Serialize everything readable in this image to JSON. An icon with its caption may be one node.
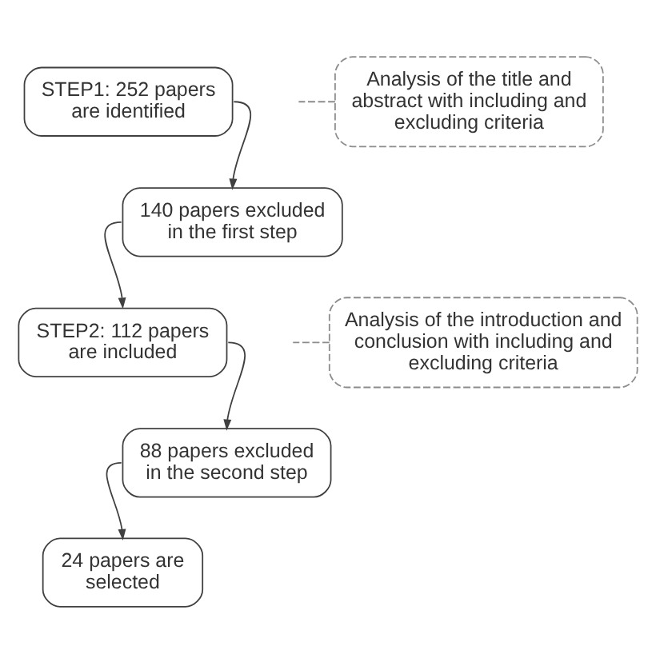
{
  "diagram": {
    "nodes": [
      {
        "text": [
          "STEP1: 252 papers are identified"
        ]
      },
      {
        "text": [
          "Analysis of the title and abstract with including and excluding criteria"
        ]
      },
      {
        "text": [
          "140 papers excluded in the first step"
        ]
      },
      {
        "text": [
          "STEP2: 112 papers are included"
        ]
      },
      {
        "text": [
          "Analysis of the introduction and conclusion with including and excluding criteria"
        ]
      },
      {
        "text": [
          "88 papers excluded in the second step"
        ]
      },
      {
        "text": [
          "24 papers are selected"
        ]
      }
    ],
    "edges": [
      {
        "from": 0,
        "to": 2,
        "arrow": "to"
      },
      {
        "from": 1,
        "to": null,
        "arrow": "none",
        "style": "dashed",
        "color": "#8c8c8c"
      },
      {
        "from": 2,
        "to": 3,
        "arrow": "to"
      },
      {
        "from": 3,
        "to": 5,
        "arrow": "to"
      },
      {
        "from": 4,
        "to": null,
        "arrow": "none",
        "style": "dashed",
        "color": "#8c8c8c"
      },
      {
        "from": 5,
        "to": 6,
        "arrow": "to"
      }
    ]
  }
}
